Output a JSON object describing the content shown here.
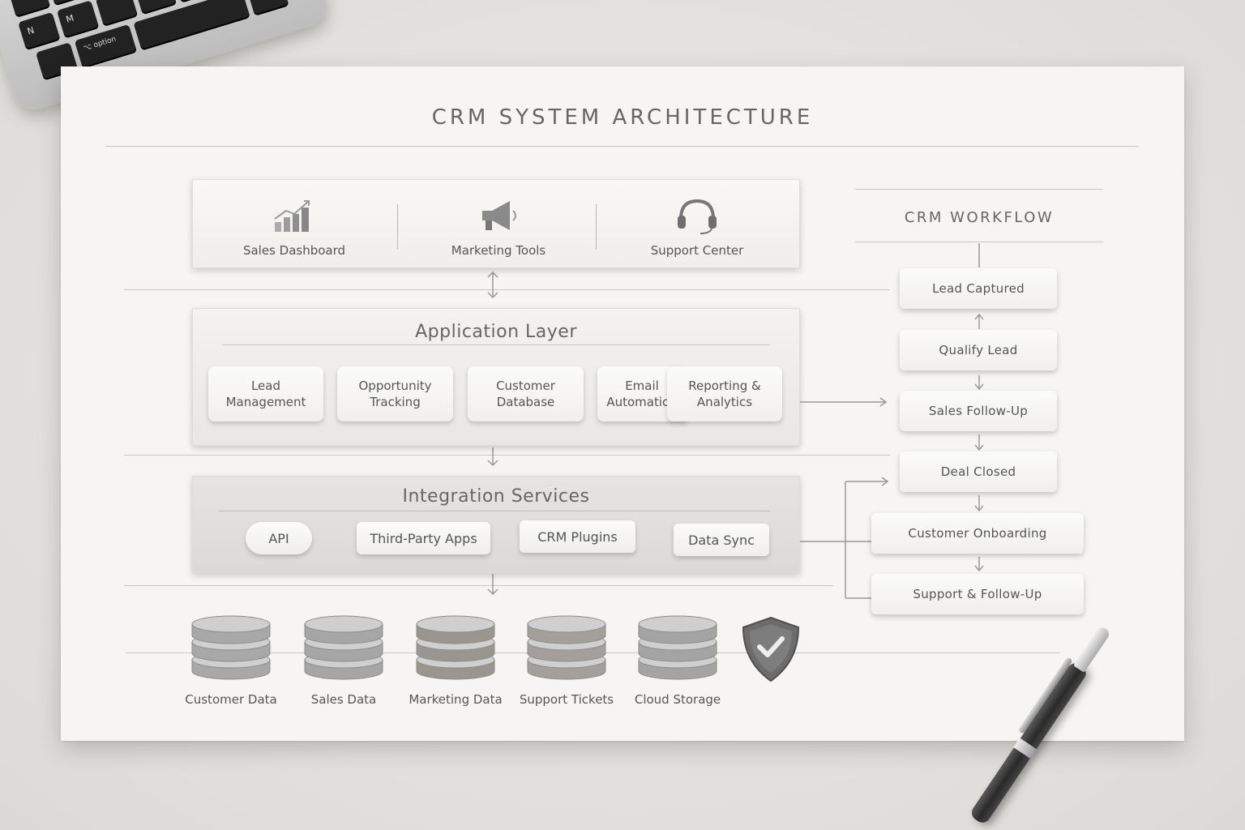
{
  "title": "CRM SYSTEM ARCHITECTURE",
  "top_bar": {
    "items": [
      {
        "label": "Sales Dashboard",
        "icon": "bar-chart-icon"
      },
      {
        "label": "Marketing Tools",
        "icon": "megaphone-icon"
      },
      {
        "label": "Support Center",
        "icon": "headset-icon"
      }
    ]
  },
  "application_layer": {
    "title": "Application Layer",
    "modules": [
      {
        "label": "Lead\nManagement"
      },
      {
        "label": "Opportunity\nTracking"
      },
      {
        "label": "Customer\nDatabase"
      },
      {
        "label": "Email\nAutomation"
      },
      {
        "label": "Reporting &\nAnalytics"
      }
    ]
  },
  "integration_services": {
    "title": "Integration Services",
    "items": [
      {
        "label": "API"
      },
      {
        "label": "Third-Party Apps"
      },
      {
        "label": "CRM Plugins"
      },
      {
        "label": "Data Sync"
      }
    ]
  },
  "data_stores": [
    {
      "label": "Customer Data"
    },
    {
      "label": "Sales Data"
    },
    {
      "label": "Marketing Data"
    },
    {
      "label": "Support Tickets"
    },
    {
      "label": "Cloud Storage"
    }
  ],
  "security_icon": "shield-check-icon",
  "workflow": {
    "title": "CRM WORKFLOW",
    "steps": [
      {
        "label": "Lead Captured"
      },
      {
        "label": "Qualify Lead"
      },
      {
        "label": "Sales Follow-Up"
      },
      {
        "label": "Deal Closed"
      },
      {
        "label": "Customer Onboarding"
      },
      {
        "label": "Support & Follow-Up"
      }
    ]
  },
  "keyboard_keys": [
    "N",
    "M",
    "⌥ option"
  ]
}
